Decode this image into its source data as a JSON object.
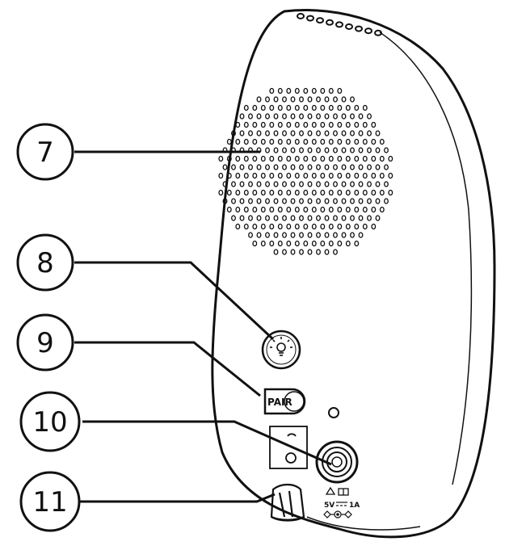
{
  "callouts": [
    {
      "number": "7"
    },
    {
      "number": "8"
    },
    {
      "number": "9"
    },
    {
      "number": "10"
    },
    {
      "number": "11"
    }
  ],
  "device": {
    "pair_label": "PAIR",
    "rating_voltage": "5V",
    "rating_current": "1A"
  },
  "colors": {
    "stroke": "#111111",
    "background": "#ffffff"
  },
  "icons": {
    "light_button": "lightbulb-icon",
    "warning": "warning-triangle-icon",
    "manual": "read-manual-icon",
    "polarity": "dc-polarity-icon"
  }
}
